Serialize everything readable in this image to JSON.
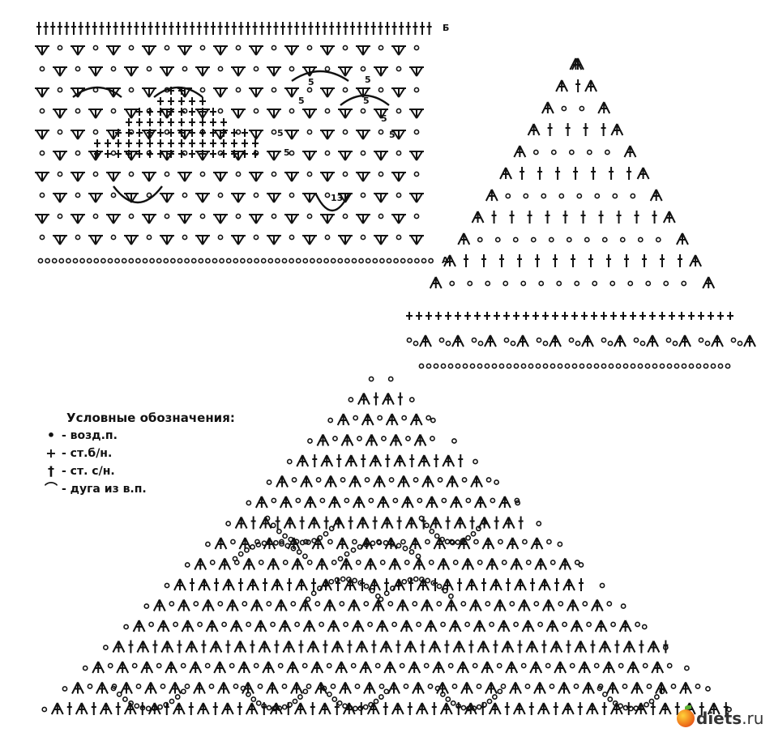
{
  "legend": {
    "title": "Условные обозначения:",
    "items": [
      {
        "symbol": "•",
        "label": "- возд.п."
      },
      {
        "symbol": "+",
        "label": "- ст.б/н."
      },
      {
        "symbol": "†",
        "label": "- ст. с/н."
      },
      {
        "symbol": "⌒",
        "label": "- дуга из в.п."
      }
    ]
  },
  "marks": {
    "b": "Б",
    "a": "А",
    "five": "5",
    "thirteen": "13"
  },
  "watermark": {
    "name": "diets",
    "tld": ".ru"
  },
  "colors": {
    "ink": "#111111"
  }
}
